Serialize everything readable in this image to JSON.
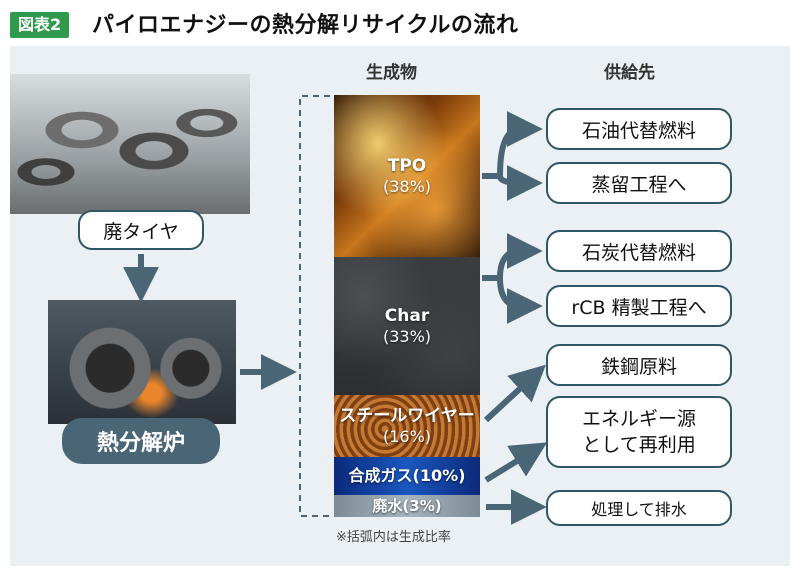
{
  "header": {
    "figure_label": "図表2",
    "title": "パイロエナジーの熱分解リサイクルの流れ"
  },
  "inputs": {
    "tire_label": "廃タイヤ",
    "furnace_label": "熱分解炉"
  },
  "columns": {
    "products_header": "生成物",
    "destinations_header": "供給先"
  },
  "products": [
    {
      "name": "TPO",
      "percent": "(38%)"
    },
    {
      "name": "Char",
      "percent": "(33%)"
    },
    {
      "name": "スチールワイヤー",
      "percent": "(16%)"
    },
    {
      "name": "合成ガス",
      "percent": "(10%)"
    },
    {
      "name": "廃水",
      "percent": "(3%)"
    }
  ],
  "destinations": [
    "石油代替燃料",
    "蒸留工程へ",
    "石炭代替燃料",
    "rCB 精製工程へ",
    "鉄鋼原料",
    "エネルギー源",
    "として再利用",
    "処理して排水"
  ],
  "footnote": "※括弧内は生成比率",
  "colors": {
    "panel_bg": "#eaf0f3",
    "badge_green": "#2f9a4b",
    "arrow_color": "#4a6575",
    "pill_border": "#2f5566"
  }
}
